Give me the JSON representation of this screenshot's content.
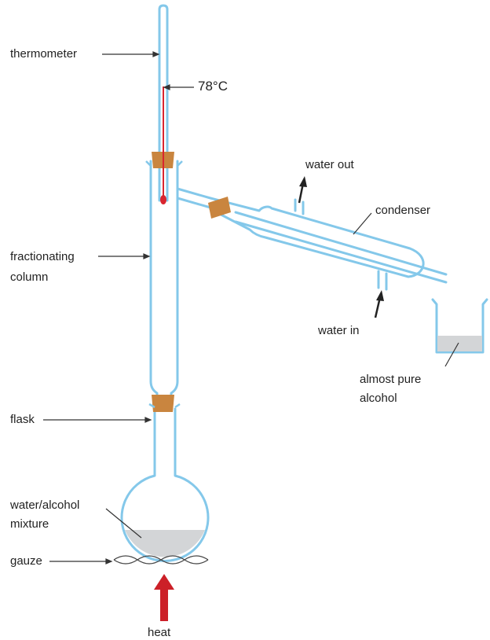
{
  "labels": {
    "thermometer": "thermometer",
    "temperature": "78°C",
    "water_out": "water out",
    "condenser": "condenser",
    "fractionating_line1": "fractionating",
    "fractionating_line2": "column",
    "water_in": "water in",
    "product_line1": "almost pure",
    "product_line2": "alcohol",
    "flask": "flask",
    "mixture_line1": "water/alcohol",
    "mixture_line2": "mixture",
    "gauze": "gauze",
    "heat": "heat"
  },
  "colors": {
    "glass": "#84c8ea",
    "liquid": "#d3d5d7",
    "cork": "#c9853f",
    "mercury": "#d9252f",
    "arrow_heat": "#cc2028",
    "leader": "#333333",
    "text": "#222222"
  }
}
